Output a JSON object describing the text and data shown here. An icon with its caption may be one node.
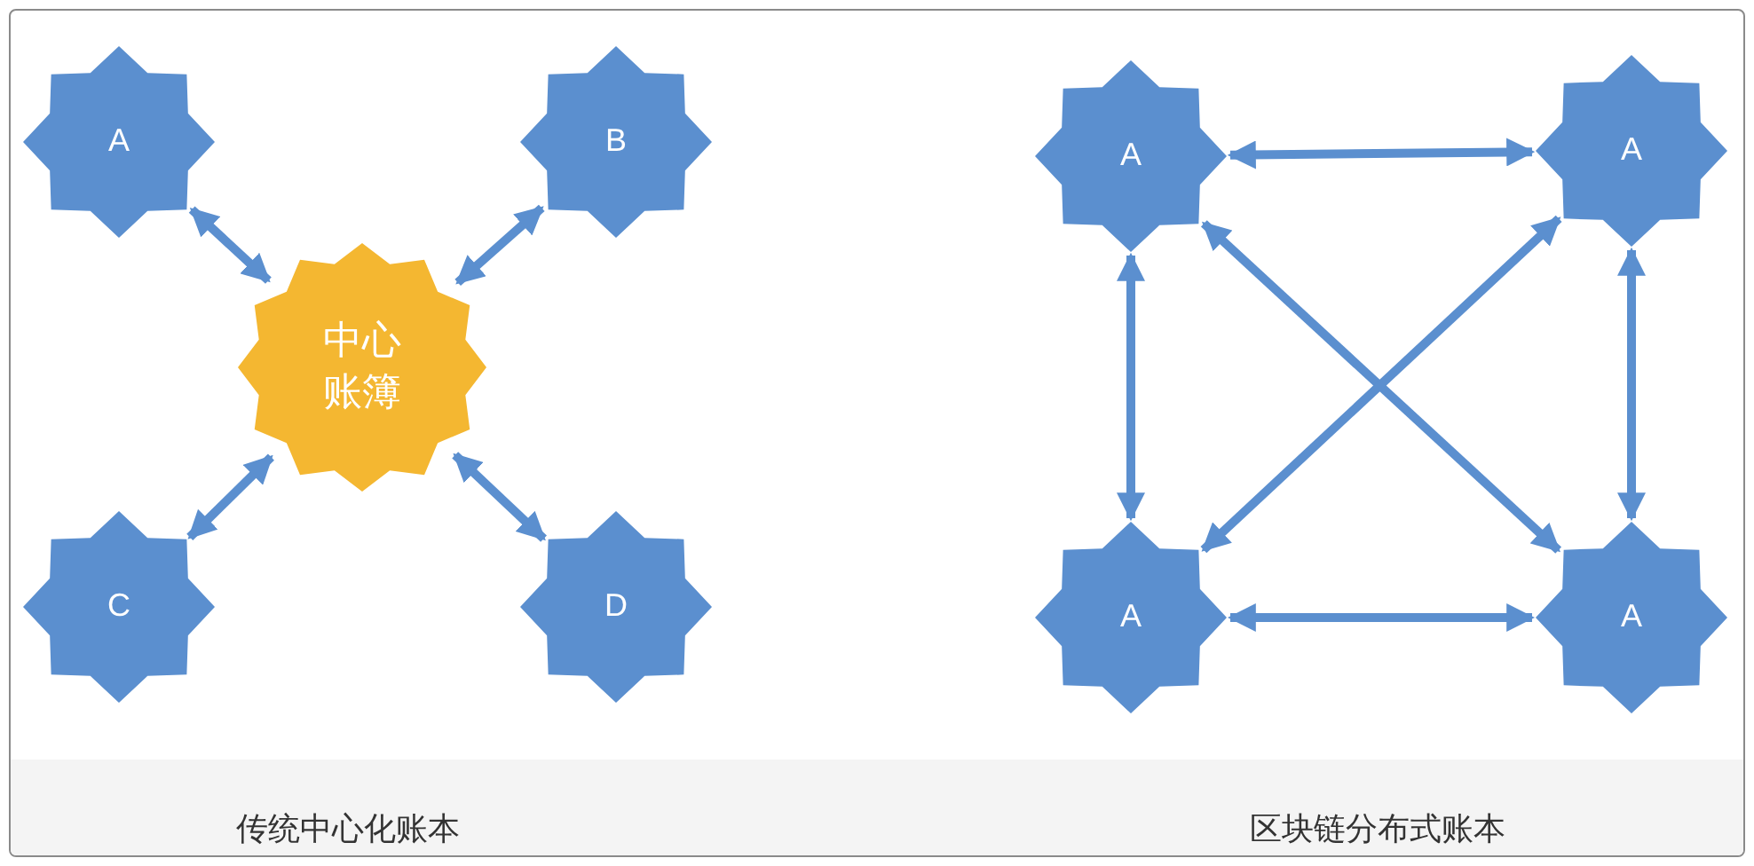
{
  "diagram": {
    "nodes": [
      {
        "text": [
          "A"
        ]
      },
      {
        "text": [
          "B"
        ]
      },
      {
        "text": [
          "中心账簿"
        ]
      },
      {
        "text": [
          "C"
        ]
      },
      {
        "text": [
          "D"
        ]
      },
      {
        "text": [
          "A"
        ]
      },
      {
        "text": [
          "A"
        ]
      },
      {
        "text": [
          "A"
        ]
      },
      {
        "text": [
          "A"
        ]
      }
    ],
    "edges": [
      {
        "from": 0,
        "to": 2,
        "arrow": "both"
      },
      {
        "from": 1,
        "to": 2,
        "arrow": "both"
      },
      {
        "from": 3,
        "to": 2,
        "arrow": "both"
      },
      {
        "from": 4,
        "to": 2,
        "arrow": "both"
      },
      {
        "from": 5,
        "to": 6,
        "arrow": "both"
      },
      {
        "from": 5,
        "to": 7,
        "arrow": "both"
      },
      {
        "from": 5,
        "to": 8,
        "arrow": "both"
      },
      {
        "from": 6,
        "to": 7,
        "arrow": "both"
      },
      {
        "from": 6,
        "to": 8,
        "arrow": "both"
      },
      {
        "from": 7,
        "to": 8,
        "arrow": "both"
      }
    ],
    "labels": [
      "传统中心化账本",
      "区块链分布式账本"
    ]
  }
}
